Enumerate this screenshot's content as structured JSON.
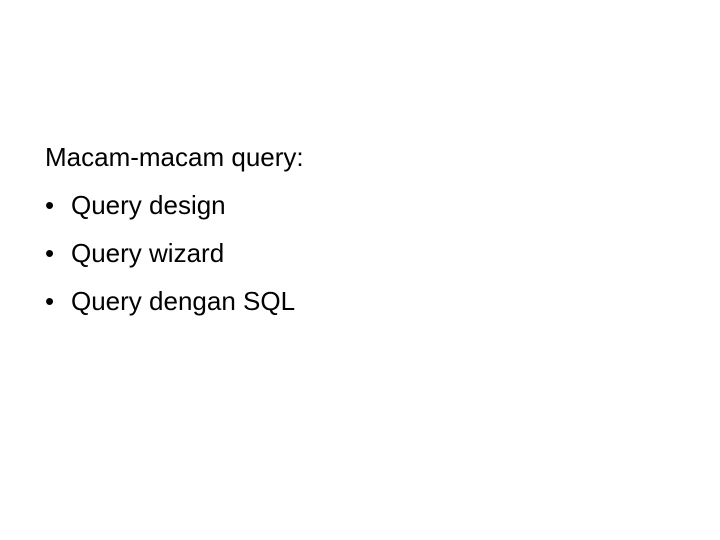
{
  "slide": {
    "heading": "Macam-macam query:",
    "bullet_symbol": "•",
    "items": [
      {
        "label": "Query design"
      },
      {
        "label": "Query wizard"
      },
      {
        "label": "Query dengan SQL"
      }
    ]
  }
}
